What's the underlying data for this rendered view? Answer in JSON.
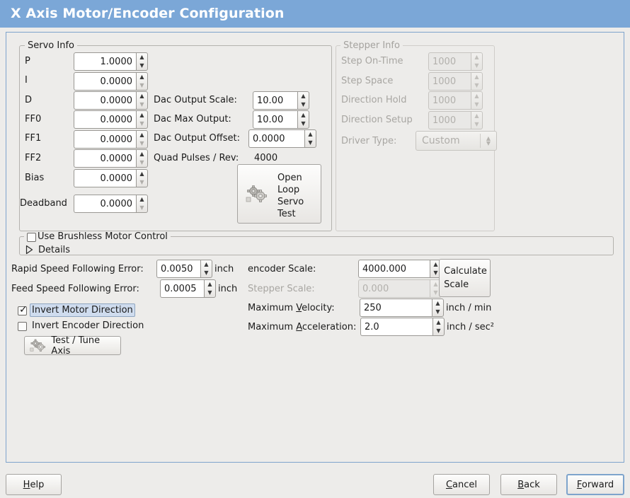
{
  "window": {
    "title": "X Axis Motor/Encoder Configuration",
    "titlebar_color": "#7ba7d7",
    "background_color": "#edecea"
  },
  "servo_info": {
    "legend": "Servo Info",
    "fields": [
      {
        "label": "P",
        "value": "1.0000"
      },
      {
        "label": "I",
        "value": "0.0000"
      },
      {
        "label": "D",
        "value": "0.0000"
      },
      {
        "label": "FF0",
        "value": "0.0000"
      },
      {
        "label": "FF1",
        "value": "0.0000"
      },
      {
        "label": "FF2",
        "value": "0.0000"
      },
      {
        "label": "Bias",
        "value": "0.0000"
      },
      {
        "label": "Deadband",
        "value": "0.0000"
      }
    ],
    "dac_output_scale": {
      "label": "Dac Output Scale:",
      "value": "10.00"
    },
    "dac_max_output": {
      "label": "Dac Max Output:",
      "value": "10.00"
    },
    "dac_output_offset": {
      "label": "Dac Output Offset:",
      "value": "0.0000"
    },
    "quad_pulses": {
      "label": "Quad Pulses / Rev:",
      "value": "4000"
    },
    "open_loop_test": {
      "line1": "Open",
      "line2": "Loop",
      "line3": "Servo",
      "line4": "Test",
      "icon": "gears-icon"
    }
  },
  "stepper_info": {
    "legend": "Stepper Info",
    "enabled": false,
    "fields": [
      {
        "label": "Step On-Time",
        "value": "1000"
      },
      {
        "label": "Step Space",
        "value": "1000"
      },
      {
        "label": "Direction Hold",
        "value": "1000"
      },
      {
        "label": "Direction Setup",
        "value": "1000"
      }
    ],
    "driver_type": {
      "label": "Driver Type:",
      "value": "Custom"
    }
  },
  "brushless": {
    "legend": "Use Brushless Motor Control",
    "checked": false,
    "details_label": "Details",
    "details_expanded": false
  },
  "tuning": {
    "rapid_following_error": {
      "label": "Rapid Speed Following Error:",
      "value": "0.0050",
      "unit": "inch"
    },
    "feed_following_error": {
      "label": "Feed Speed Following Error:",
      "value": "0.0005",
      "unit": "inch"
    },
    "invert_motor": {
      "label": "Invert Motor Direction",
      "checked": true,
      "focused": true
    },
    "invert_encoder": {
      "label": "Invert Encoder Direction",
      "checked": false,
      "focused": false
    },
    "test_tune_button": {
      "label": "Test / Tune Axis",
      "icon": "gears-icon"
    }
  },
  "scales": {
    "encoder_scale": {
      "label": "encoder Scale:",
      "value": "4000.000",
      "enabled": true
    },
    "stepper_scale": {
      "label": "Stepper Scale:",
      "value": "0.000",
      "enabled": false
    },
    "max_velocity": {
      "label_pre": "Maximum ",
      "label_mn": "V",
      "label_post": "elocity:",
      "value": "250",
      "unit": "inch / min"
    },
    "max_accel": {
      "label_pre": "Maximum ",
      "label_mn": "A",
      "label_post": "cceleration:",
      "value": "2.0",
      "unit": "inch / sec²"
    },
    "calculate_button": {
      "line1": "Calculate",
      "line2": "Scale"
    }
  },
  "footer": {
    "help": {
      "mn": "H",
      "rest": "elp"
    },
    "cancel": {
      "mn": "C",
      "rest": "ancel"
    },
    "back": {
      "mn": "B",
      "rest": "ack"
    },
    "forward": {
      "mn": "F",
      "rest": "orward",
      "focused": true
    }
  }
}
